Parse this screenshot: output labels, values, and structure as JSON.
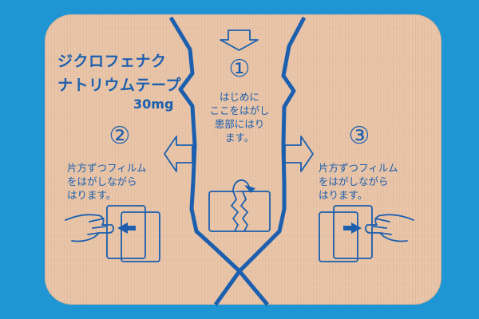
{
  "product": {
    "name_line1": "ジクロフェナク",
    "name_line2": "ナトリウムテープ",
    "dose": "30mg"
  },
  "steps": [
    {
      "number": "①",
      "lines": [
        "はじめに",
        "ここをはがし",
        "患部にはり",
        "ます。"
      ]
    },
    {
      "number": "②",
      "lines": [
        "片方ずつフィルム",
        "をはがしながら",
        "はります。"
      ]
    },
    {
      "number": "③",
      "lines": [
        "片方ずつフィルム",
        "をはがしながら",
        "はります。"
      ]
    }
  ],
  "colors": {
    "background": "#1f96d3",
    "patch": "#e8c3a6",
    "ink": "#1b5fae"
  },
  "icons": [
    "arrow-down-outline-icon",
    "arrow-left-outline-icon",
    "arrow-right-outline-icon",
    "peel-tab-icon",
    "hand-peel-left-icon",
    "hand-peel-right-icon"
  ]
}
